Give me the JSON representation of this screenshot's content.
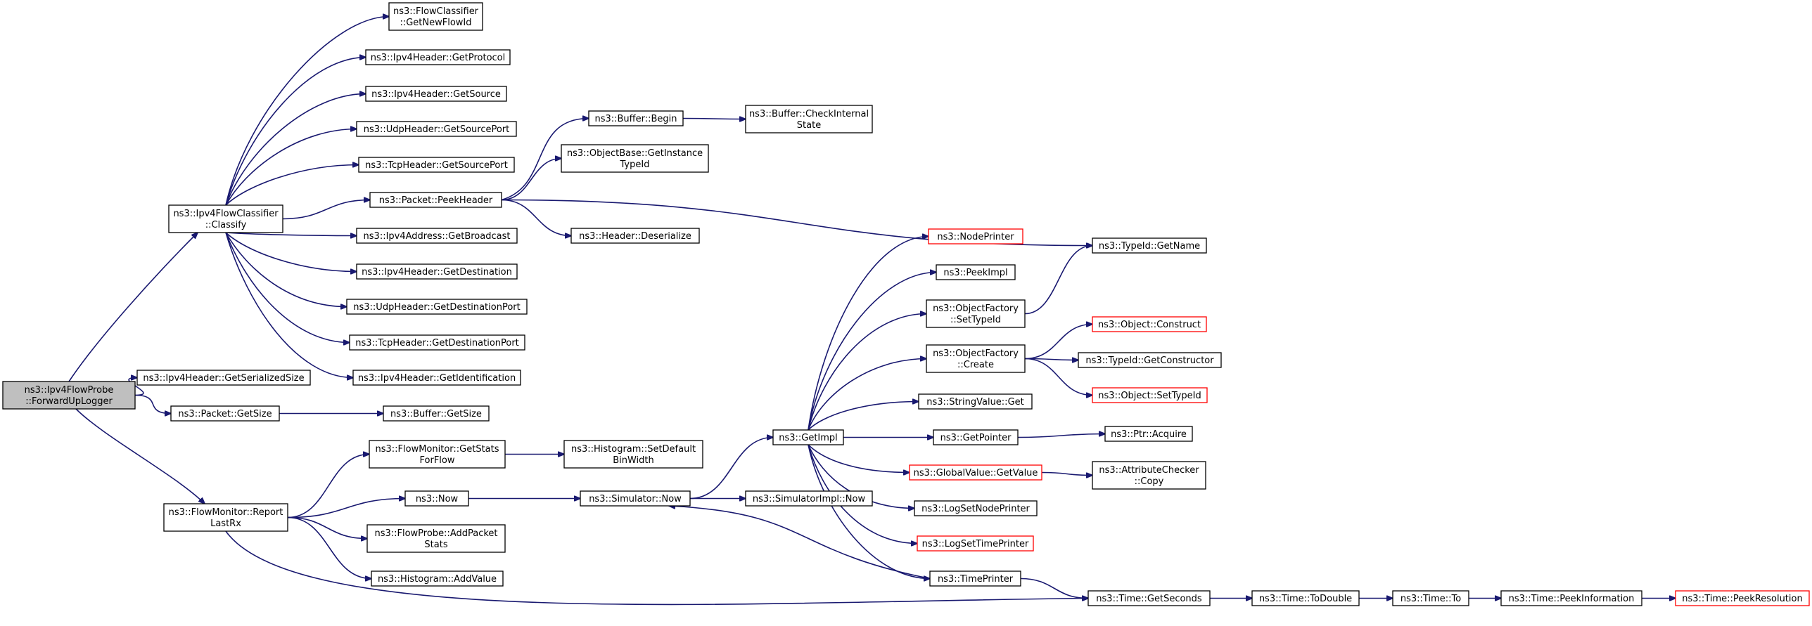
{
  "nodes": [
    {
      "id": "root",
      "lines": [
        "ns3::Ipv4FlowProbe",
        "::ForwardUpLogger"
      ],
      "style": "root"
    },
    {
      "id": "classify",
      "lines": [
        "ns3::Ipv4FlowClassifier",
        "::Classify"
      ],
      "style": "normal"
    },
    {
      "id": "getserializedsize",
      "lines": [
        "ns3::Ipv4Header::GetSerializedSize"
      ],
      "style": "normal"
    },
    {
      "id": "packetgetsize",
      "lines": [
        "ns3::Packet::GetSize"
      ],
      "style": "normal"
    },
    {
      "id": "reportlastrx",
      "lines": [
        "ns3::FlowMonitor::Report",
        "LastRx"
      ],
      "style": "normal"
    },
    {
      "id": "getnewflowid",
      "lines": [
        "ns3::FlowClassifier",
        "::GetNewFlowId"
      ],
      "style": "normal"
    },
    {
      "id": "getprotocol",
      "lines": [
        "ns3::Ipv4Header::GetProtocol"
      ],
      "style": "normal"
    },
    {
      "id": "getsource",
      "lines": [
        "ns3::Ipv4Header::GetSource"
      ],
      "style": "normal"
    },
    {
      "id": "udpgetsourceport",
      "lines": [
        "ns3::UdpHeader::GetSourcePort"
      ],
      "style": "normal"
    },
    {
      "id": "tcpgetsourceport",
      "lines": [
        "ns3::TcpHeader::GetSourcePort"
      ],
      "style": "normal"
    },
    {
      "id": "peekheader",
      "lines": [
        "ns3::Packet::PeekHeader"
      ],
      "style": "normal"
    },
    {
      "id": "getbroadcast",
      "lines": [
        "ns3::Ipv4Address::GetBroadcast"
      ],
      "style": "normal"
    },
    {
      "id": "getdestination",
      "lines": [
        "ns3::Ipv4Header::GetDestination"
      ],
      "style": "normal"
    },
    {
      "id": "udpgetdestinationport",
      "lines": [
        "ns3::UdpHeader::GetDestinationPort"
      ],
      "style": "normal"
    },
    {
      "id": "tcpgetdestinationport",
      "lines": [
        "ns3::TcpHeader::GetDestinationPort"
      ],
      "style": "normal"
    },
    {
      "id": "getidentification",
      "lines": [
        "ns3::Ipv4Header::GetIdentification"
      ],
      "style": "normal"
    },
    {
      "id": "buffergetsize",
      "lines": [
        "ns3::Buffer::GetSize"
      ],
      "style": "normal"
    },
    {
      "id": "bufferbegin",
      "lines": [
        "ns3::Buffer::Begin"
      ],
      "style": "normal"
    },
    {
      "id": "checkinternalstate",
      "lines": [
        "ns3::Buffer::CheckInternal",
        "State"
      ],
      "style": "normal"
    },
    {
      "id": "getinstancetypeid",
      "lines": [
        "ns3::ObjectBase::GetInstance",
        "TypeId"
      ],
      "style": "normal"
    },
    {
      "id": "headerdeserialize",
      "lines": [
        "ns3::Header::Deserialize"
      ],
      "style": "normal"
    },
    {
      "id": "typeidgetname",
      "lines": [
        "ns3::TypeId::GetName"
      ],
      "style": "normal"
    },
    {
      "id": "getstatsforflow",
      "lines": [
        "ns3::FlowMonitor::GetStats",
        "ForFlow"
      ],
      "style": "normal"
    },
    {
      "id": "setdefaultbinwidth",
      "lines": [
        "ns3::Histogram::SetDefault",
        "BinWidth"
      ],
      "style": "normal"
    },
    {
      "id": "now",
      "lines": [
        "ns3::Now"
      ],
      "style": "normal"
    },
    {
      "id": "simulatornow",
      "lines": [
        "ns3::Simulator::Now"
      ],
      "style": "normal"
    },
    {
      "id": "simulatorimplnow",
      "lines": [
        "ns3::SimulatorImpl::Now"
      ],
      "style": "normal"
    },
    {
      "id": "addpacketstats",
      "lines": [
        "ns3::FlowProbe::AddPacket",
        "Stats"
      ],
      "style": "normal"
    },
    {
      "id": "histogramaddvalue",
      "lines": [
        "ns3::Histogram::AddValue"
      ],
      "style": "normal"
    },
    {
      "id": "getimpl",
      "lines": [
        "ns3::GetImpl"
      ],
      "style": "normal"
    },
    {
      "id": "nodeprinter",
      "lines": [
        "ns3::NodePrinter"
      ],
      "style": "truncated"
    },
    {
      "id": "peekimpl",
      "lines": [
        "ns3::PeekImpl"
      ],
      "style": "normal"
    },
    {
      "id": "factorysettypeid",
      "lines": [
        "ns3::ObjectFactory",
        "::SetTypeId"
      ],
      "style": "normal"
    },
    {
      "id": "factorycreate",
      "lines": [
        "ns3::ObjectFactory",
        "::Create"
      ],
      "style": "normal"
    },
    {
      "id": "stringvalueget",
      "lines": [
        "ns3::StringValue::Get"
      ],
      "style": "normal"
    },
    {
      "id": "getpointer",
      "lines": [
        "ns3::GetPointer"
      ],
      "style": "normal"
    },
    {
      "id": "globalvaluegetvalue",
      "lines": [
        "ns3::GlobalValue::GetValue"
      ],
      "style": "truncated"
    },
    {
      "id": "logsetnodeprinter",
      "lines": [
        "ns3::LogSetNodePrinter"
      ],
      "style": "normal"
    },
    {
      "id": "logsettimeprinter",
      "lines": [
        "ns3::LogSetTimePrinter"
      ],
      "style": "truncated"
    },
    {
      "id": "timeprinter",
      "lines": [
        "ns3::TimePrinter"
      ],
      "style": "normal"
    },
    {
      "id": "objectconstruct",
      "lines": [
        "ns3::Object::Construct"
      ],
      "style": "truncated"
    },
    {
      "id": "getconstructor",
      "lines": [
        "ns3::TypeId::GetConstructor"
      ],
      "style": "normal"
    },
    {
      "id": "objectsettypeid",
      "lines": [
        "ns3::Object::SetTypeId"
      ],
      "style": "truncated"
    },
    {
      "id": "ptracquire",
      "lines": [
        "ns3::Ptr::Acquire"
      ],
      "style": "normal"
    },
    {
      "id": "attributecheckercopy",
      "lines": [
        "ns3::AttributeChecker",
        "::Copy"
      ],
      "style": "normal"
    },
    {
      "id": "timegetseconds",
      "lines": [
        "ns3::Time::GetSeconds"
      ],
      "style": "normal"
    },
    {
      "id": "timetodouble",
      "lines": [
        "ns3::Time::ToDouble"
      ],
      "style": "normal"
    },
    {
      "id": "timeto",
      "lines": [
        "ns3::Time::To"
      ],
      "style": "normal"
    },
    {
      "id": "peekinformation",
      "lines": [
        "ns3::Time::PeekInformation"
      ],
      "style": "normal"
    },
    {
      "id": "peekresolution",
      "lines": [
        "ns3::Time::PeekResolution"
      ],
      "style": "truncated"
    }
  ],
  "edges": [
    [
      "root",
      "classify"
    ],
    [
      "root",
      "getserializedsize"
    ],
    [
      "root",
      "packetgetsize"
    ],
    [
      "root",
      "reportlastrx"
    ],
    [
      "classify",
      "getnewflowid"
    ],
    [
      "classify",
      "getprotocol"
    ],
    [
      "classify",
      "getsource"
    ],
    [
      "classify",
      "udpgetsourceport"
    ],
    [
      "classify",
      "tcpgetsourceport"
    ],
    [
      "classify",
      "peekheader"
    ],
    [
      "classify",
      "getbroadcast"
    ],
    [
      "classify",
      "getdestination"
    ],
    [
      "classify",
      "udpgetdestinationport"
    ],
    [
      "classify",
      "tcpgetdestinationport"
    ],
    [
      "classify",
      "getidentification"
    ],
    [
      "packetgetsize",
      "buffergetsize"
    ],
    [
      "peekheader",
      "bufferbegin"
    ],
    [
      "peekheader",
      "getinstancetypeid"
    ],
    [
      "peekheader",
      "headerdeserialize"
    ],
    [
      "peekheader",
      "typeidgetname"
    ],
    [
      "bufferbegin",
      "checkinternalstate"
    ],
    [
      "reportlastrx",
      "getstatsforflow"
    ],
    [
      "reportlastrx",
      "now"
    ],
    [
      "reportlastrx",
      "addpacketstats"
    ],
    [
      "reportlastrx",
      "histogramaddvalue"
    ],
    [
      "reportlastrx",
      "timegetseconds"
    ],
    [
      "getstatsforflow",
      "setdefaultbinwidth"
    ],
    [
      "now",
      "simulatornow"
    ],
    [
      "simulatornow",
      "getimpl"
    ],
    [
      "simulatornow",
      "simulatorimplnow"
    ],
    [
      "getimpl",
      "nodeprinter"
    ],
    [
      "getimpl",
      "peekimpl"
    ],
    [
      "getimpl",
      "factorysettypeid"
    ],
    [
      "getimpl",
      "factorycreate"
    ],
    [
      "getimpl",
      "stringvalueget"
    ],
    [
      "getimpl",
      "getpointer"
    ],
    [
      "getimpl",
      "globalvaluegetvalue"
    ],
    [
      "getimpl",
      "logsetnodeprinter"
    ],
    [
      "getimpl",
      "logsettimeprinter"
    ],
    [
      "getimpl",
      "timeprinter"
    ],
    [
      "factorysettypeid",
      "typeidgetname"
    ],
    [
      "factorycreate",
      "objectconstruct"
    ],
    [
      "factorycreate",
      "getconstructor"
    ],
    [
      "factorycreate",
      "objectsettypeid"
    ],
    [
      "getpointer",
      "ptracquire"
    ],
    [
      "globalvaluegetvalue",
      "attributecheckercopy"
    ],
    [
      "timeprinter",
      "simulatornow"
    ],
    [
      "timeprinter",
      "timegetseconds"
    ],
    [
      "timegetseconds",
      "timetodouble"
    ],
    [
      "timetodouble",
      "timeto"
    ],
    [
      "timeto",
      "peekinformation"
    ],
    [
      "peekinformation",
      "peekresolution"
    ]
  ]
}
